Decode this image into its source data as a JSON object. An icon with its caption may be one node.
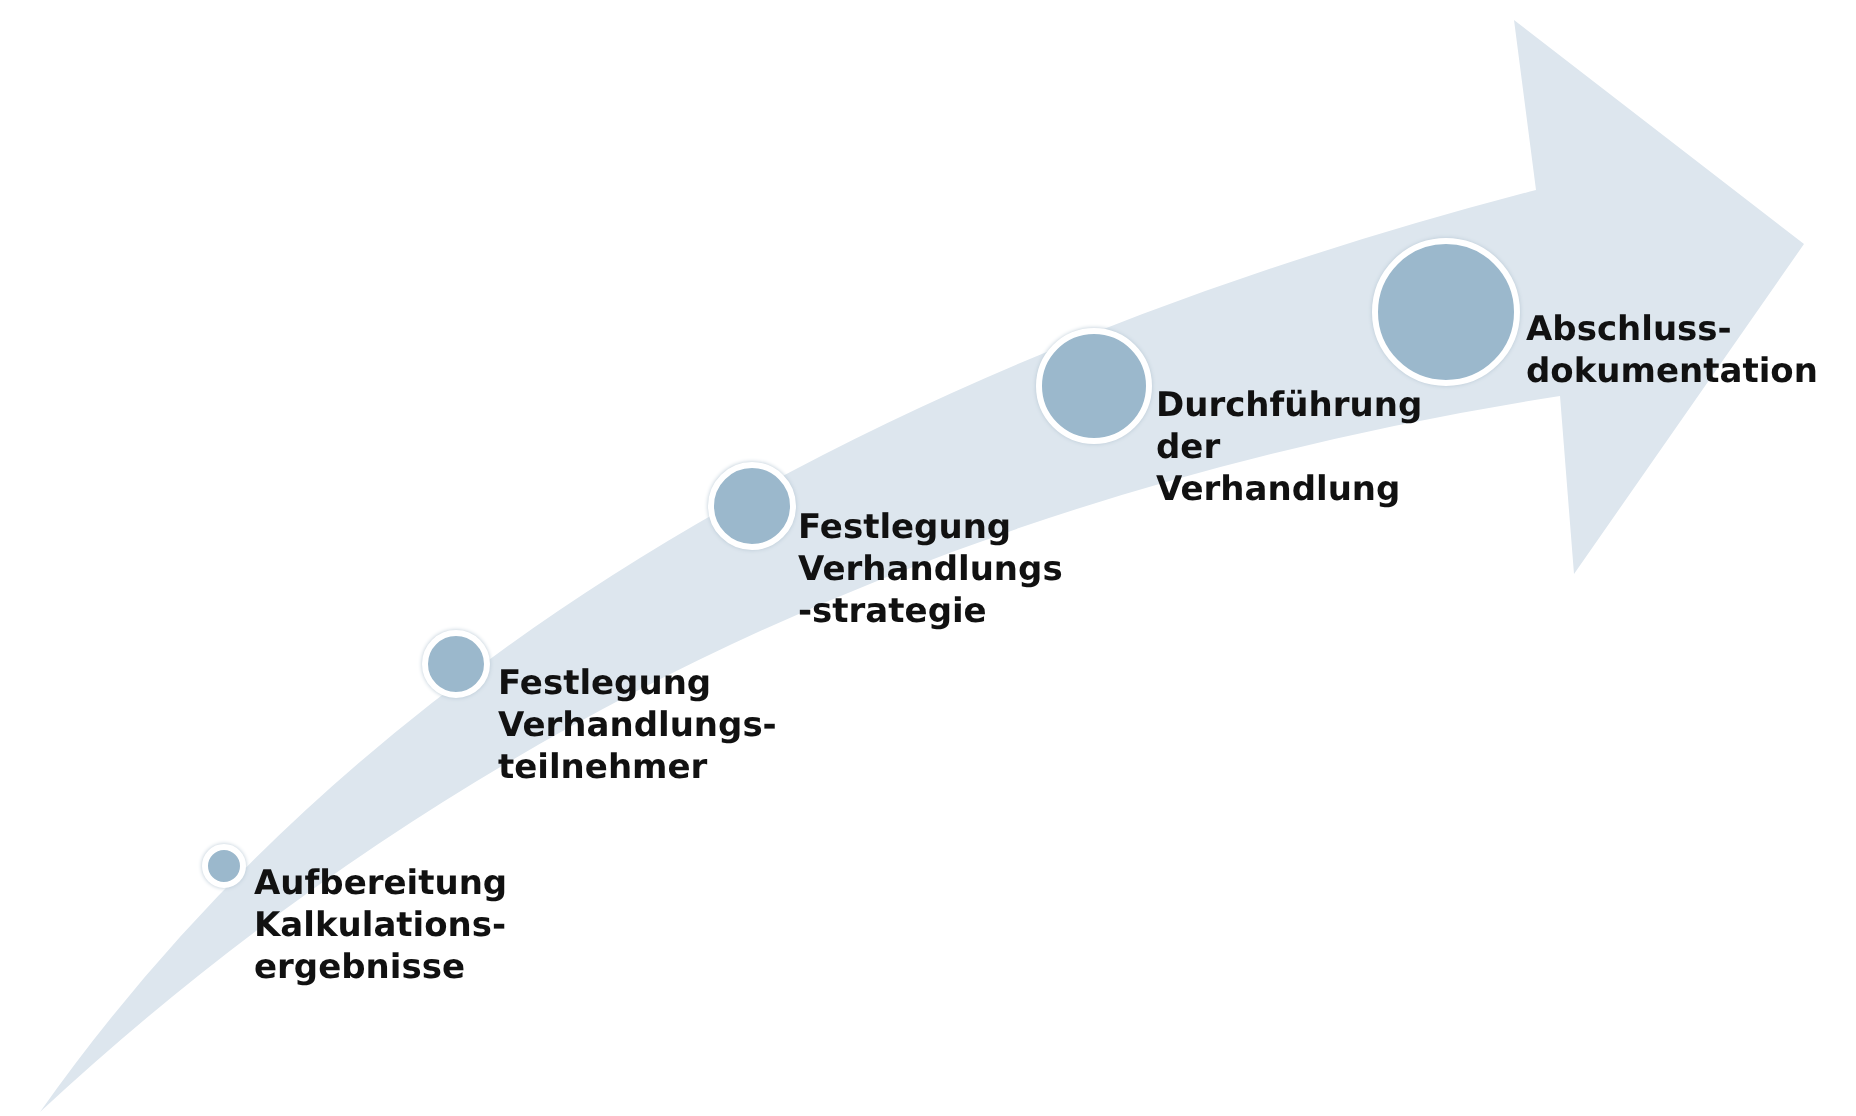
{
  "diagram": {
    "nodes": [
      {
        "text": [],
        "shape": "circle",
        "beside": [
          "Aufbereitung Kalkulations- ergebnisse"
        ]
      },
      {
        "text": [],
        "shape": "circle",
        "beside": [
          "Festlegung Verhandlungs- teilnehmer"
        ]
      },
      {
        "text": [],
        "shape": "circle",
        "beside": [
          "Festlegung Verhandlungs -strategie"
        ]
      },
      {
        "text": [],
        "shape": "circle",
        "beside": [
          "Durchführung der Verhandlung"
        ]
      },
      {
        "text": [],
        "shape": "circle",
        "beside": [
          "Abschluss- dokumentation"
        ]
      }
    ]
  }
}
